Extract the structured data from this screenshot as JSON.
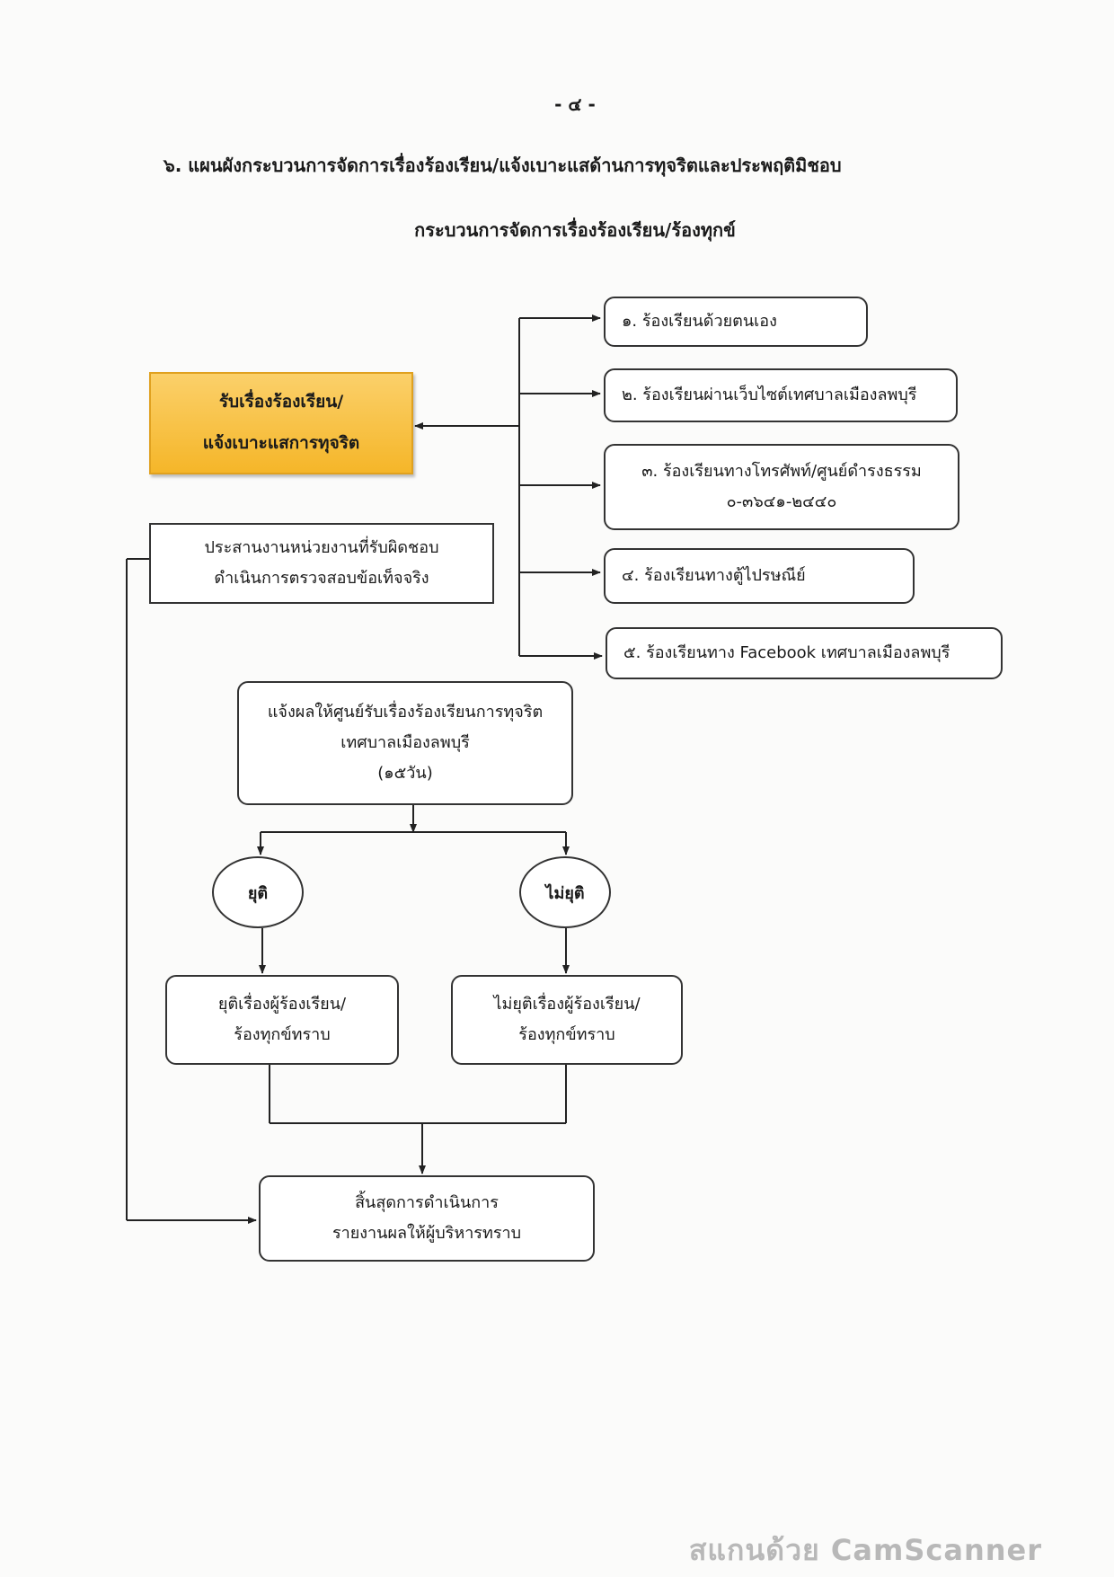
{
  "page": {
    "page_number": "- ๔ -",
    "heading": "๖. แผนผังกระบวนการจัดการเรื่องร้องเรียน/แจ้งเบาะแสด้านการทุจริตและประพฤติมิชอบ",
    "subheading": "กระบวนการจัดการเรื่องร้องเรียน/ร้องทุกข์"
  },
  "flowchart": {
    "receive": {
      "line1": "รับเรื่องร้องเรียน/",
      "line2": "แจ้งเบาะแสการทุจริต",
      "color": "#f5b629"
    },
    "channels": [
      {
        "line1": "๑. ร้องเรียนด้วยตนเอง",
        "line2": ""
      },
      {
        "line1": "๒. ร้องเรียนผ่านเว็บไซต์เทศบาลเมืองลพบุรี",
        "line2": ""
      },
      {
        "line1": "๓. ร้องเรียนทางโทรศัพท์/ศูนย์ดำรงธรรม",
        "line2": "๐-๓๖๔๑-๒๔๔๐"
      },
      {
        "line1": "๔. ร้องเรียนทางตู้ไปรษณีย์",
        "line2": ""
      },
      {
        "line1": "๕. ร้องเรียนทาง Facebook เทศบาลเมืองลพบุรี",
        "line2": ""
      }
    ],
    "coordinate": {
      "line1": "ประสานงานหน่วยงานที่รับผิดชอบ",
      "line2": "ดำเนินการตรวจสอบข้อเท็จจริง"
    },
    "notify": {
      "line1": "แจ้งผลให้ศูนย์รับเรื่องร้องเรียนการทุจริต",
      "line2": "เทศบาลเมืองลพบุรี",
      "line3": "(๑๕วัน)"
    },
    "decision_end": "ยุติ",
    "decision_continue": "ไม่ยุติ",
    "end_result": {
      "line1": "ยุติเรื่องผู้ร้องเรียน/",
      "line2": "ร้องทุกข์ทราบ"
    },
    "continue_result": {
      "line1": "ไม่ยุติเรื่องผู้ร้องเรียน/",
      "line2": "ร้องทุกข์ทราบ"
    },
    "finish": {
      "line1": "สิ้นสุดการดำเนินการ",
      "line2": "รายงานผลให้ผู้บริหารทราบ"
    }
  },
  "watermark": "สแกนด้วย CamScanner"
}
